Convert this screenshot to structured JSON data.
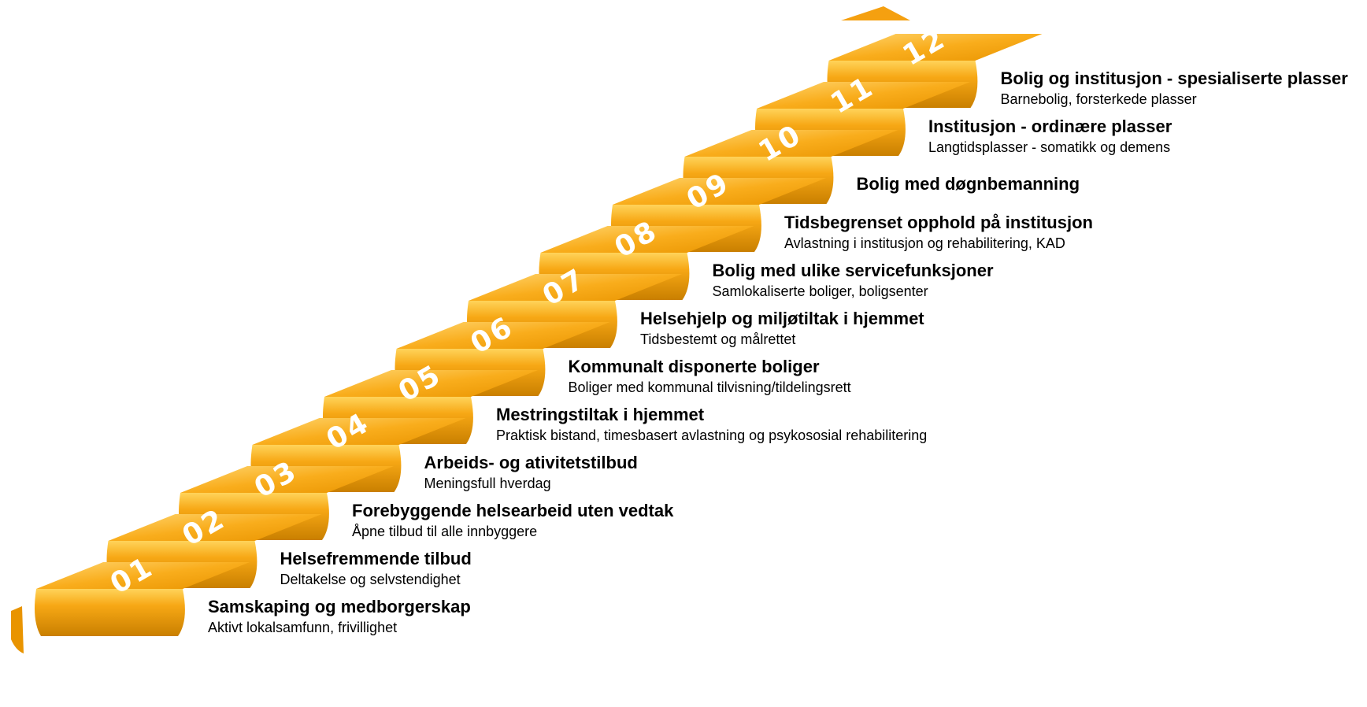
{
  "colors": {
    "tread_light": "#fcc24a",
    "tread_mid": "#f5a010",
    "riser_top": "#ffd35a",
    "riser_bottom": "#c97f00",
    "number_fill": "#ffffff"
  },
  "steps": [
    {
      "number": "01",
      "title": "Samskaping og medborgerskap",
      "subtitle": "Aktivt lokalsamfunn, frivillighet"
    },
    {
      "number": "02",
      "title": "Helsefremmende tilbud",
      "subtitle": "Deltakelse og selvstendighet"
    },
    {
      "number": "03",
      "title": "Forebyggende helsearbeid uten vedtak",
      "subtitle": "Åpne tilbud til alle innbyggere"
    },
    {
      "number": "04",
      "title": "Arbeids- og ativitetstilbud",
      "subtitle": "Meningsfull hverdag"
    },
    {
      "number": "05",
      "title": "Mestringstiltak i hjemmet",
      "subtitle": "Praktisk bistand, timesbasert avlastning og psykososial rehabilitering"
    },
    {
      "number": "06",
      "title": "Kommunalt disponerte boliger",
      "subtitle": "Boliger med kommunal tilvisning/tildelingsrett"
    },
    {
      "number": "07",
      "title": "Helsehjelp og miljøtiltak i hjemmet",
      "subtitle": "Tidsbestemt og målrettet"
    },
    {
      "number": "08",
      "title": "Bolig med ulike servicefunksjoner",
      "subtitle": "Samlokaliserte boliger, boligsenter"
    },
    {
      "number": "09",
      "title": "Tidsbegrenset opphold på institusjon",
      "subtitle": "Avlastning i institusjon og rehabilitering, KAD"
    },
    {
      "number": "10",
      "title": "Bolig med døgnbemanning",
      "subtitle": ""
    },
    {
      "number": "11",
      "title": "Institusjon - ordinære plasser",
      "subtitle": "Langtidsplasser - somatikk og demens"
    },
    {
      "number": "12",
      "title": "Bolig og institusjon - spesialiserte plasser",
      "subtitle": "Barnebolig, forsterkede plasser"
    }
  ]
}
